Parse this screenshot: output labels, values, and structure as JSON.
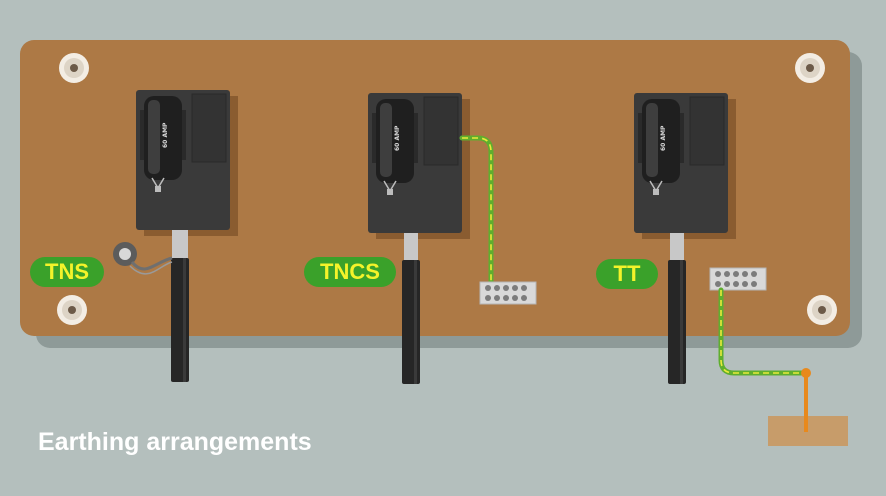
{
  "caption": "Earthing arrangements",
  "fuse_rating": "60 AMP",
  "arrangements": [
    {
      "name": "TNS"
    },
    {
      "name": "TNCS"
    },
    {
      "name": "TT"
    }
  ],
  "colors": {
    "background": "#b4bfbd",
    "board": "#ad7945",
    "board_shadow": "#8e9a98",
    "cutout": "#3a3a3a",
    "label_bg": "#3aa12a",
    "label_text": "#f4f32a",
    "earth_wire_green": "#5fae2e",
    "earth_wire_yellow": "#e9ea3a",
    "earth_rod": "#e8891c",
    "ground": "#c79c6a"
  }
}
